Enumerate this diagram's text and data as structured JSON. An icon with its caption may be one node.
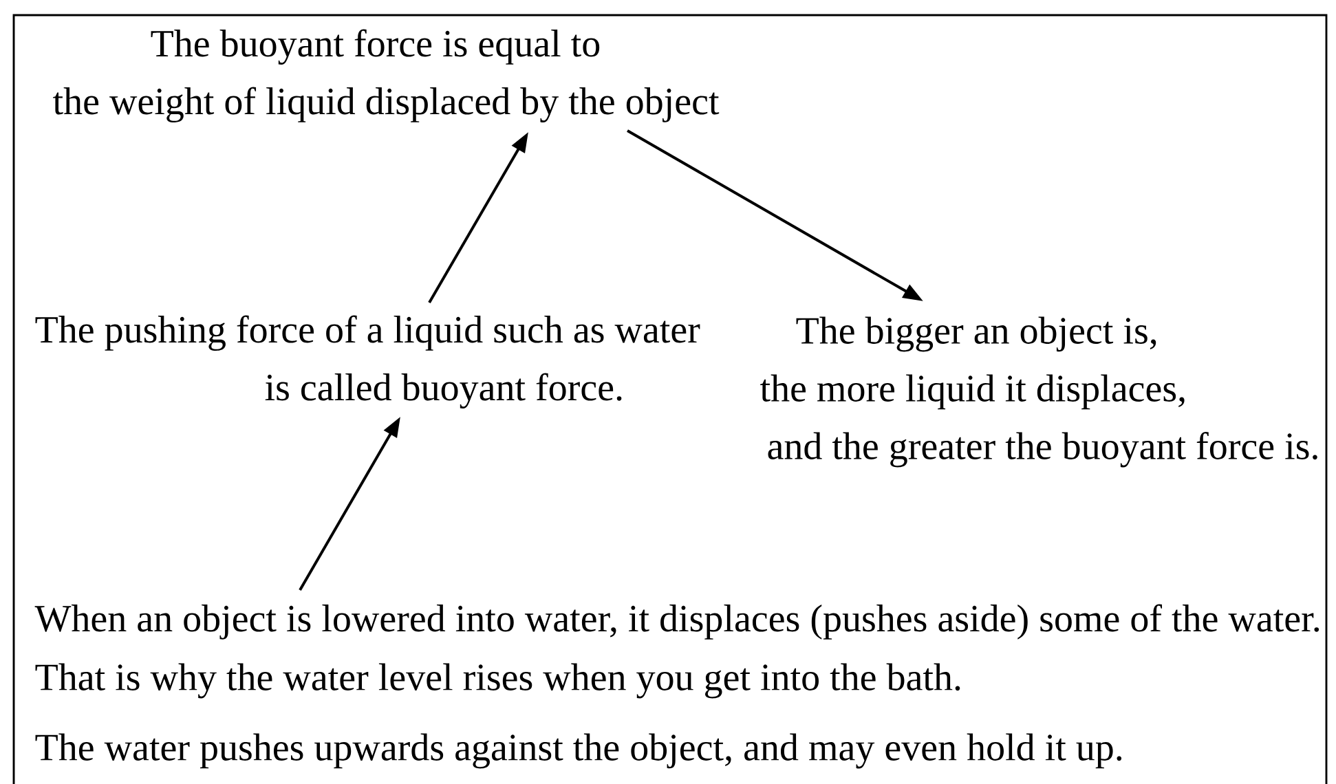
{
  "diagram": {
    "nodes": [
      {
        "text": [
          "The buoyant force is equal to the weight of liquid displaced by the object"
        ]
      },
      {
        "text": [
          "The pushing force of a liquid such as water is called buoyant force."
        ]
      },
      {
        "text": [
          "The bigger an object is, the more liquid it displaces, and the greater the buoyant force is."
        ]
      },
      {
        "text": [
          "When an object is lowered into water, it displaces (pushes aside) some of the water."
        ]
      }
    ],
    "edges": [
      {
        "from": 3,
        "to": 1,
        "arrow": "to"
      },
      {
        "from": 1,
        "to": 0,
        "arrow": "to"
      },
      {
        "from": 0,
        "to": 2,
        "arrow": "to"
      }
    ],
    "labels": [
      "That is why the water level rises when you get into the bath.",
      "The water pushes upwards against the object, and may even hold it up."
    ]
  }
}
